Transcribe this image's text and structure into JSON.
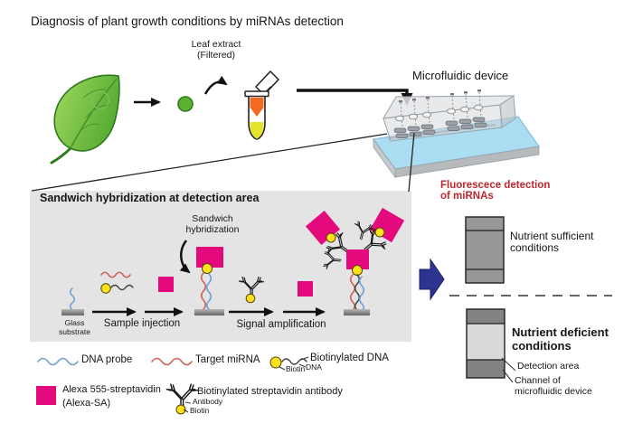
{
  "title": "Diagnosis of plant growth conditions by miRNAs detection",
  "prep": {
    "leaf_extract": "Leaf extract",
    "filtered": "(Filtered)"
  },
  "device": {
    "label": "Microfluidic device"
  },
  "box": {
    "title": "Sandwich hybridization at detection area",
    "glass1": "Glass",
    "glass2": "substrate",
    "step1": "Sample injection",
    "step2": "Signal amplification",
    "sandwich1": "Sandwich",
    "sandwich2": "hybridization"
  },
  "detection": {
    "head1": "Fluorescece detection",
    "head2": "of miRNAs",
    "suff1": "Nutrient sufficient",
    "suff2": "conditions",
    "def1": "Nutrient deficient",
    "def2": "conditions",
    "area": "Detection area",
    "chan1": "Channel of",
    "chan2": "microfluidic device"
  },
  "legend": {
    "dna_probe": "DNA probe",
    "target_mirna": "Target miRNA",
    "biot_dna": "Biotinylated DNA",
    "biotin": "Biotin",
    "dna": "DNA",
    "alexa1": "Alexa 555-streptavidin",
    "alexa2": "(Alexa-SA)",
    "antibody_legend": "Biotinylated streptavidin antibody",
    "antibody": "Antibody",
    "biotin2": "Biotin"
  },
  "colors": {
    "magenta": "#e5097e",
    "yellow": "#ffe11a",
    "blue": "#6f9fd8",
    "red": "#cc6257",
    "navy": "#2b3490",
    "heading": "#c0272d",
    "boxbg": "#e4e4e4",
    "chgray": "#989898",
    "bandgray": "#838383",
    "lightband": "#dadada",
    "slide": "#aadcf2"
  }
}
